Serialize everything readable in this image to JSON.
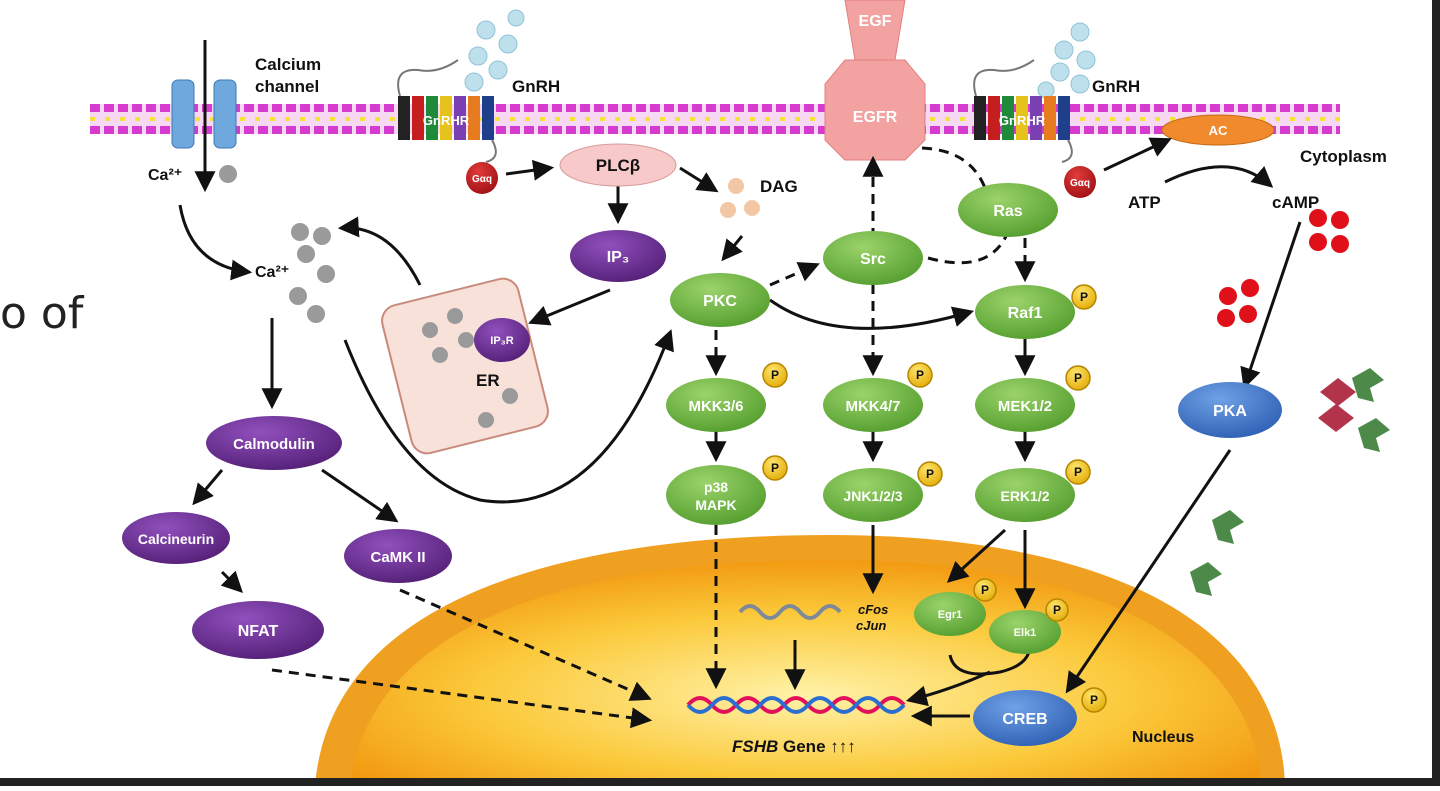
{
  "slide_fragment": "o of",
  "labels": {
    "calcium_channel_line1": "Calcium",
    "calcium_channel_line2": "channel",
    "ca_top": "Ca²⁺",
    "ca_mid": "Ca²⁺",
    "gnrh_left": "GnRH",
    "gnrh_right": "GnRH",
    "gnrhr_left": "GnRHR",
    "gnrhr_right": "GnRHR",
    "gaq_left": "Gαq",
    "gaq_right": "Gαq",
    "egf": "EGF",
    "egfr": "EGFR",
    "ac": "AC",
    "cytoplasm": "Cytoplasm",
    "atp": "ATP",
    "camp": "cAMP",
    "plcb": "PLCβ",
    "dag": "DAG",
    "ip3": "IP₃",
    "ip3r": "IP₃R",
    "er": "ER",
    "pkc": "PKC",
    "src": "Src",
    "ras": "Ras",
    "raf1": "Raf1",
    "mkk36": "MKK3/6",
    "mkk47": "MKK4/7",
    "mek12": "MEK1/2",
    "p38_line1": "p38",
    "p38_line2": "MAPK",
    "jnk": "JNK1/2/3",
    "erk": "ERK1/2",
    "pka": "PKA",
    "calmodulin": "Calmodulin",
    "calcineurin": "Calcineurin",
    "camk": "CaMK II",
    "nfat": "NFAT",
    "cfos": "cFos",
    "cjun": "cJun",
    "egr1": "Egr1",
    "elk1": "Elk1",
    "creb": "CREB",
    "nucleus": "Nucleus",
    "fshb_gene": "FSHB",
    "gene_suffix": " Gene ↑↑↑",
    "phospho": "P"
  },
  "colors": {
    "green": "#6db33f",
    "purple": "#6b2c91",
    "blue": "#3a6fc4",
    "red": "#c8102e",
    "nucleus": "#f5a623",
    "membrane": "#d63bd0"
  }
}
